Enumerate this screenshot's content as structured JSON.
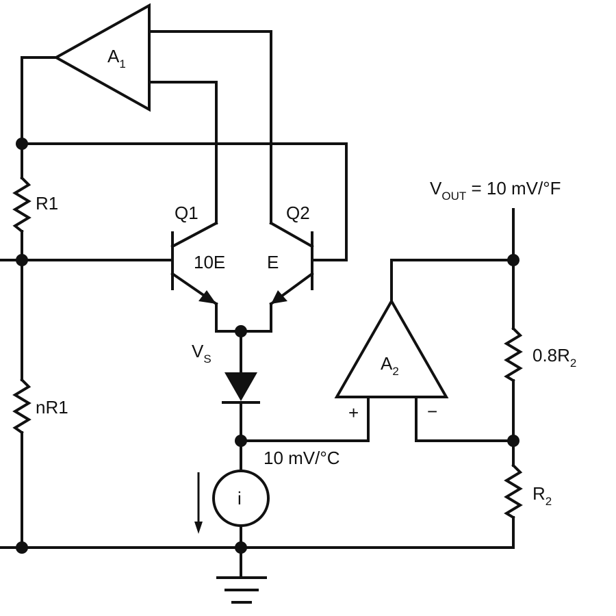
{
  "diagram": {
    "amplifiers": {
      "a1": {
        "label": "A",
        "sub": "1"
      },
      "a2": {
        "label": "A",
        "sub": "2",
        "plus": "+",
        "minus": "−"
      }
    },
    "transistors": {
      "q1": {
        "name": "Q1",
        "emitter": "10E"
      },
      "q2": {
        "name": "Q2",
        "emitter": "E"
      }
    },
    "resistors": {
      "r1": {
        "label": "R1"
      },
      "nr1": {
        "label": "nR1"
      },
      "r08": {
        "main": "0.8R",
        "sub": "2"
      },
      "r2": {
        "main": "R",
        "sub": "2"
      }
    },
    "nodes": {
      "vs": {
        "main": "V",
        "sub": "S"
      },
      "mid": {
        "label": "10 mV/°C"
      },
      "vout": {
        "main": "V",
        "sub": "OUT",
        "rest": " = 10 mV/°F"
      }
    },
    "source": {
      "label": "i"
    }
  }
}
